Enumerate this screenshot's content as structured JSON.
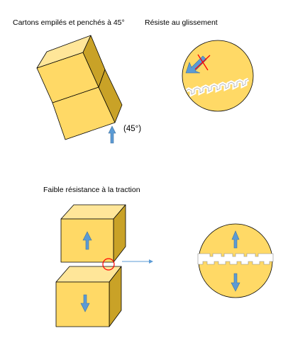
{
  "labels": {
    "stacked_boxes": "Cartons empilés et penchés à 45°",
    "slip_resistance": "Résiste au glissement",
    "angle": "(45°)",
    "tensile_weakness": "Faible résistance à la traction"
  },
  "colors": {
    "box_front": "#FFD966",
    "box_top": "#FFE699",
    "box_side": "#C9A227",
    "outline": "#000000",
    "arrow": "#5B9BD5",
    "arrow_edge": "#41719C",
    "highlight_circle": "#FF0000",
    "cross": "#FF0000"
  }
}
